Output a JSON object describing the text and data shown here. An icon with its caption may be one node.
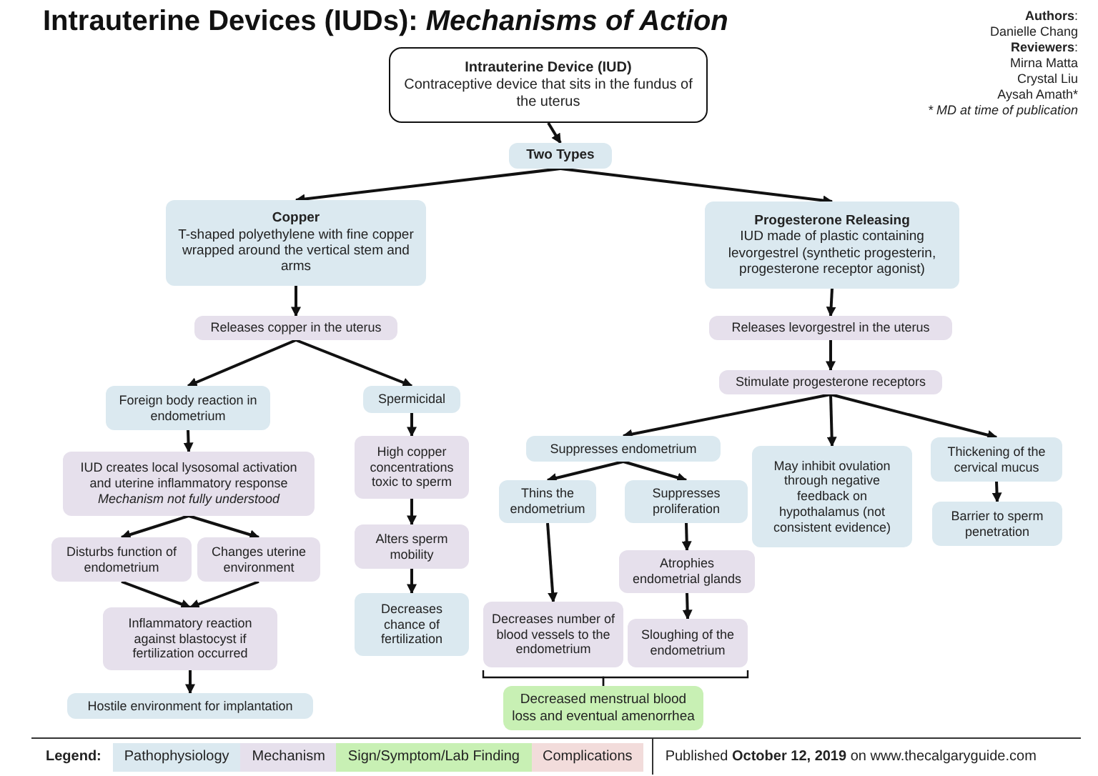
{
  "diagram": {
    "title": "Intrauterine Devices (IUDs): *Mechanisms of Action*",
    "nodes": [
      {
        "text": [
          "Intrauterine Device (IUD)",
          "Contraceptive device that sits in the fundus of the uterus"
        ]
      },
      {
        "text": [
          "Two Types"
        ]
      },
      {
        "text": [
          "Copper",
          "T-shaped polyethylene with fine copper wrapped around the vertical stem and arms"
        ]
      },
      {
        "text": [
          "Progesterone Releasing",
          "IUD made of plastic containing levorgestrel (synthetic progesterin, progesterone receptor agonist)"
        ]
      },
      {
        "text": [
          "Releases copper in the uterus"
        ]
      },
      {
        "text": [
          "Releases levorgestrel in the uterus"
        ]
      },
      {
        "text": [
          "Stimulate progesterone receptors"
        ]
      },
      {
        "text": [
          "Foreign body reaction in endometrium"
        ]
      },
      {
        "text": [
          "Spermicidal"
        ]
      },
      {
        "text": [
          "IUD creates local lysosomal activation and uterine inflammatory response",
          "Mechanism not fully understood"
        ]
      },
      {
        "text": [
          "Disturbs function of endometrium"
        ]
      },
      {
        "text": [
          "Changes uterine environment"
        ]
      },
      {
        "text": [
          "Inflammatory reaction against blastocyst if fertilization occurred"
        ]
      },
      {
        "text": [
          "Hostile environment for implantation"
        ]
      },
      {
        "text": [
          "High copper concentrations toxic to sperm"
        ]
      },
      {
        "text": [
          "Alters sperm mobility"
        ]
      },
      {
        "text": [
          "Decreases chance of fertilization"
        ]
      },
      {
        "text": [
          "Suppresses endometrium"
        ]
      },
      {
        "text": [
          "Thins the endometrium"
        ]
      },
      {
        "text": [
          "Suppresses proliferation"
        ]
      },
      {
        "text": [
          "Atrophies endometrial glands"
        ]
      },
      {
        "text": [
          "Decreases number of blood vessels to the endometrium"
        ]
      },
      {
        "text": [
          "Sloughing of the endometrium"
        ]
      },
      {
        "text": [
          "Decreased menstrual blood loss and eventual amenorrhea"
        ]
      },
      {
        "text": [
          "May inhibit ovulation through negative feedback on hypothalamus (not consistent evidence)"
        ]
      },
      {
        "text": [
          "Thickening of the cervical mucus"
        ]
      },
      {
        "text": [
          "Barrier to sperm penetration"
        ]
      }
    ],
    "edges": [
      {
        "from": 0,
        "to": 1,
        "arrow": "to"
      },
      {
        "from": 1,
        "to": 2,
        "arrow": "to"
      },
      {
        "from": 1,
        "to": 3,
        "arrow": "to"
      },
      {
        "from": 2,
        "to": 4,
        "arrow": "to"
      },
      {
        "from": 4,
        "to": 7,
        "arrow": "to"
      },
      {
        "from": 4,
        "to": 8,
        "arrow": "to"
      },
      {
        "from": 7,
        "to": 9,
        "arrow": "to"
      },
      {
        "from": 9,
        "to": 10,
        "arrow": "to"
      },
      {
        "from": 9,
        "to": 11,
        "arrow": "to"
      },
      {
        "from": 10,
        "to": 12,
        "arrow": "to"
      },
      {
        "from": 11,
        "to": 12,
        "arrow": "to"
      },
      {
        "from": 12,
        "to": 13,
        "arrow": "to"
      },
      {
        "from": 8,
        "to": 14,
        "arrow": "to"
      },
      {
        "from": 14,
        "to": 15,
        "arrow": "to"
      },
      {
        "from": 15,
        "to": 16,
        "arrow": "to"
      },
      {
        "from": 3,
        "to": 5,
        "arrow": "to"
      },
      {
        "from": 5,
        "to": 6,
        "arrow": "to"
      },
      {
        "from": 6,
        "to": 17,
        "arrow": "to"
      },
      {
        "from": 6,
        "to": 24,
        "arrow": "to"
      },
      {
        "from": 6,
        "to": 25,
        "arrow": "to"
      },
      {
        "from": 17,
        "to": 18,
        "arrow": "to"
      },
      {
        "from": 17,
        "to": 19,
        "arrow": "to"
      },
      {
        "from": 19,
        "to": 20,
        "arrow": "to"
      },
      {
        "from": 20,
        "to": 22,
        "arrow": "to"
      },
      {
        "from": 18,
        "to": 21,
        "arrow": "to"
      },
      {
        "from": 25,
        "to": 26,
        "arrow": "to"
      },
      {
        "from": 21,
        "to": 23,
        "arrow": "none"
      },
      {
        "from": 22,
        "to": 23,
        "arrow": "none"
      }
    ],
    "labels": [
      "**Authors**:",
      "Danielle Chang",
      "**Reviewers**:",
      "Mirna Matta",
      "Crystal Liu",
      "Aysah Amath*",
      "* MD at time of publication",
      "Legend:",
      "Published **October 12, 2019** on www.thecalgaryguide.com"
    ],
    "legend": [
      {
        "text": "Pathophysiology",
        "color": "#dbe9f0"
      },
      {
        "text": "Mechanism",
        "color": "#e6e0ec"
      },
      {
        "text": "Sign/Symptom/Lab Finding",
        "color": "#c8f0b4"
      },
      {
        "text": "Complications",
        "color": "#f2dcdb"
      }
    ]
  }
}
